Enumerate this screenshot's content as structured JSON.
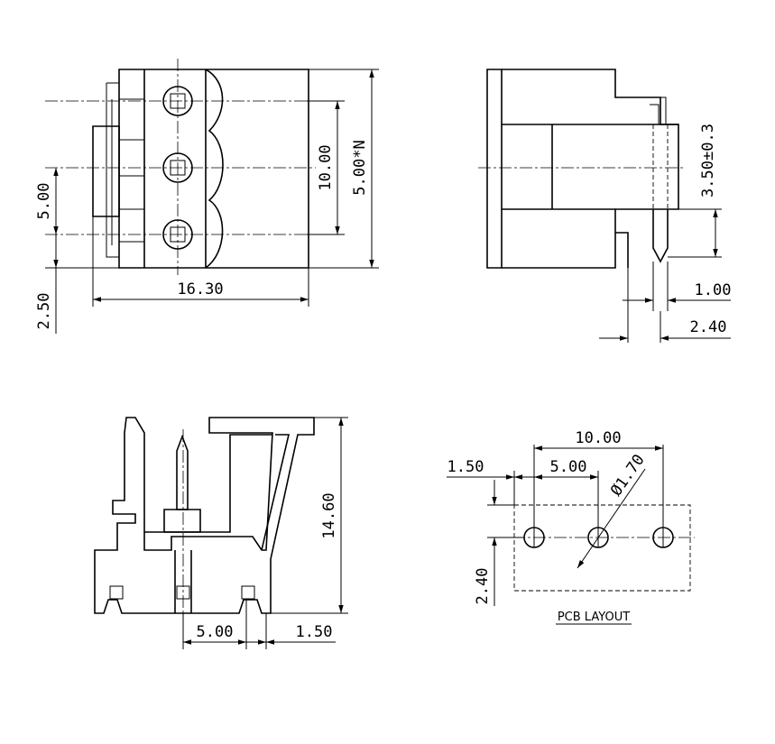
{
  "views": {
    "front": {
      "dims": {
        "width": "16.30",
        "span_total": "10.00",
        "span_n": "5.00*N",
        "pitch": "5.00",
        "offset": "2.50"
      }
    },
    "side": {
      "dims": {
        "height": "3.50±0.3",
        "pin_thickness": "1.00",
        "pin_offset": "2.40"
      }
    },
    "section": {
      "dims": {
        "height": "14.60",
        "pitch": "5.00",
        "edge": "1.50"
      }
    },
    "pcb": {
      "title": "PCB LAYOUT",
      "dims": {
        "span": "10.00",
        "pitch": "5.00",
        "edge": "1.50",
        "hole": "Ø1.70",
        "depth": "2.40"
      }
    }
  },
  "colors": {
    "line": "#000000",
    "background": "#ffffff"
  }
}
